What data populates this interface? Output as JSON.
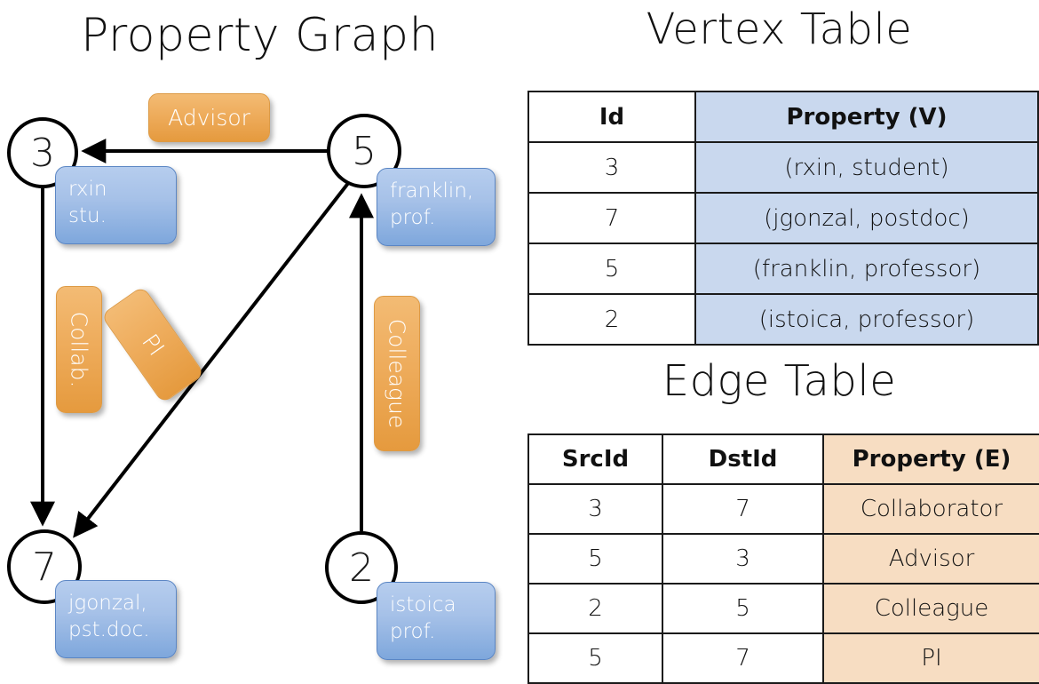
{
  "graph": {
    "title": "Property Graph",
    "vertices": [
      {
        "id": "3",
        "property": "rxin\nstu."
      },
      {
        "id": "5",
        "property": "franklin,\nprof."
      },
      {
        "id": "7",
        "property": "jgonzal,\npst.doc."
      },
      {
        "id": "2",
        "property": "istoica\nprof."
      }
    ],
    "edge_labels": [
      {
        "name": "advisor-label",
        "text": "Advisor"
      },
      {
        "name": "collab-label",
        "text": "Collab."
      },
      {
        "name": "pi-label",
        "text": "PI"
      },
      {
        "name": "colleague-label",
        "text": "Colleague"
      }
    ]
  },
  "vertex_table": {
    "title": "Vertex Table",
    "headers": [
      "Id",
      "Property (V)"
    ],
    "rows": [
      [
        "3",
        "(rxin, student)"
      ],
      [
        "7",
        "(jgonzal, postdoc)"
      ],
      [
        "5",
        "(franklin, professor)"
      ],
      [
        "2",
        "(istoica, professor)"
      ]
    ]
  },
  "edge_table": {
    "title": "Edge Table",
    "headers": [
      "SrcId",
      "DstId",
      "Property (E)"
    ],
    "rows": [
      [
        "3",
        "7",
        "Collaborator"
      ],
      [
        "5",
        "3",
        "Advisor"
      ],
      [
        "2",
        "5",
        "Colleague"
      ],
      [
        "5",
        "7",
        "PI"
      ]
    ]
  },
  "colors": {
    "vertex_property_fill": "#a6c1e8",
    "edge_label_fill": "#eeac5c",
    "vertex_table_highlight": "#c9d8ee",
    "edge_table_highlight": "#f7ddc2",
    "stroke": "#000000"
  }
}
